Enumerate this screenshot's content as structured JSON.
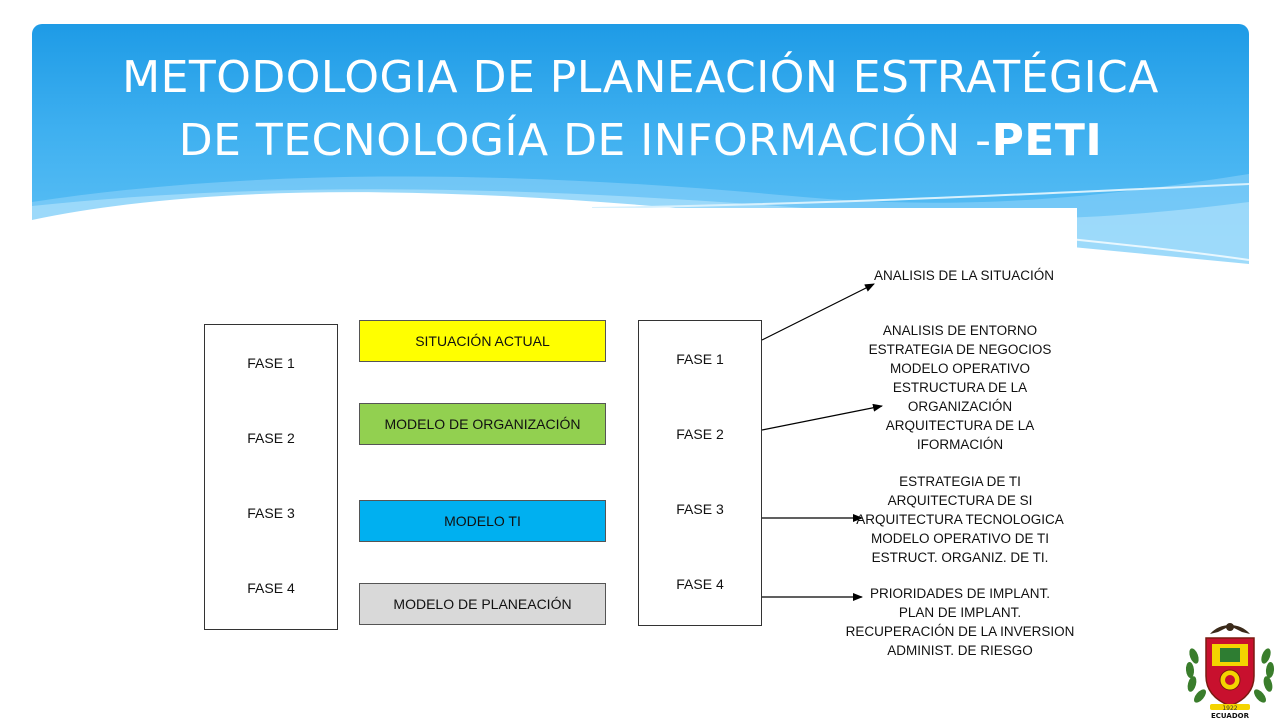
{
  "header": {
    "title_line1": "METODOLOGIA DE PLANEACIÓN ESTRATÉGICA",
    "title_line2_prefix": "DE TECNOLOGÍA DE INFORMACIÓN -",
    "title_line2_bold": "PETI"
  },
  "left_column": {
    "phases": [
      "FASE 1",
      "FASE 2",
      "FASE 3",
      "FASE 4"
    ]
  },
  "models": {
    "items": [
      {
        "label": "SITUACIÓN ACTUAL",
        "color": "#ffff00"
      },
      {
        "label": "MODELO DE ORGANIZACIÓN",
        "color": "#92d050"
      },
      {
        "label": "MODELO TI",
        "color": "#00b0f0"
      },
      {
        "label": "MODELO DE PLANEACIÓN",
        "color": "#d9d9d9"
      }
    ]
  },
  "right_column": {
    "phases": [
      "FASE 1",
      "FASE 2",
      "FASE 3",
      "FASE 4"
    ]
  },
  "descriptions": {
    "d0": [
      "ANALISIS DE LA SITUACIÓN"
    ],
    "d1": [
      "ANALISIS DE ENTORNO",
      "ESTRATEGIA DE NEGOCIOS",
      "MODELO OPERATIVO",
      "ESTRUCTURA DE LA",
      "ORGANIZACIÓN",
      "ARQUITECTURA DE LA",
      "IFORMACIÓN"
    ],
    "d2": [
      "ESTRATEGIA DE TI",
      "ARQUITECTURA DE SI",
      "ARQUITECTURA TECNOLOGICA",
      "MODELO OPERATIVO DE TI",
      "ESTRUCT. ORGANIZ. DE TI."
    ],
    "d3": [
      "PRIORIDADES DE IMPLANT.",
      "PLAN DE IMPLANT.",
      "RECUPERACIÓN DE LA INVERSION",
      "ADMINIST. DE RIESGO"
    ]
  },
  "emblem": {
    "year": "1922",
    "country": "ECUADOR"
  },
  "colors": {
    "header_blue": "#1e9be6",
    "header_light": "#62c3f6"
  }
}
